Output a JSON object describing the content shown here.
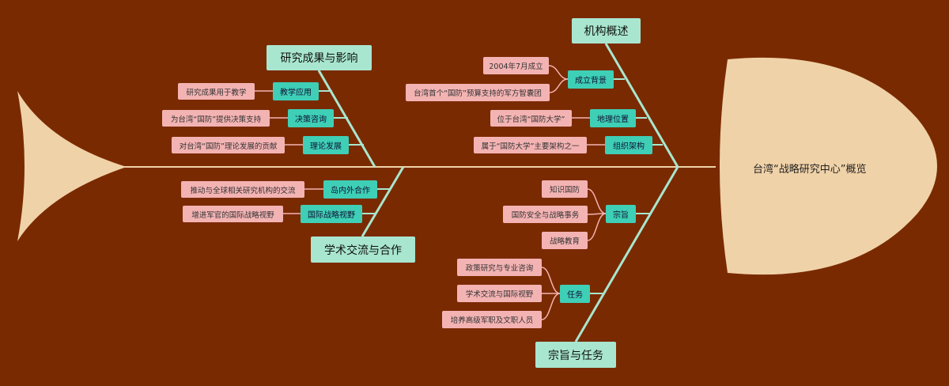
{
  "title": "台湾“战略研究中心”概览",
  "colors": {
    "background": "#7a2a00",
    "fish_body": "#f0d2a8",
    "spine": "#f0d2a8",
    "bone": "#a8e6cf",
    "main_node": "#a8e6cf",
    "sub_node": "#3ecfb6",
    "leaf_node": "#f4b3b3",
    "leaf_link": "#f4b3b3"
  },
  "branches": {
    "overview": {
      "label": "机构概述",
      "groups": [
        {
          "label": "成立背景",
          "items": [
            "2004年7月成立",
            "台湾首个“国防”预算支持的军方智囊团"
          ]
        },
        {
          "label": "地理位置",
          "items": [
            "位于台湾“国防大学”"
          ]
        },
        {
          "label": "组织架构",
          "items": [
            "属于“国防大学”主要架构之一"
          ]
        }
      ]
    },
    "purpose": {
      "label": "宗旨与任务",
      "groups": [
        {
          "label": "宗旨",
          "items": [
            "知识国防",
            "国防安全与战略事务",
            "战略教育"
          ]
        },
        {
          "label": "任务",
          "items": [
            "政策研究与专业咨询",
            "学术交流与国际视野",
            "培养高级军职及文职人员"
          ]
        }
      ]
    },
    "research": {
      "label": "研究成果与影响",
      "groups": [
        {
          "label": "教学应用",
          "items": [
            "研究成果用于教学"
          ]
        },
        {
          "label": "决策咨询",
          "items": [
            "为台湾“国防”提供决策支持"
          ]
        },
        {
          "label": "理论发展",
          "items": [
            "对台湾“国防”理论发展的贡献"
          ]
        }
      ]
    },
    "exchange": {
      "label": "学术交流与合作",
      "groups": [
        {
          "label": "岛内外合作",
          "items": [
            "推动与全球相关研究机构的交流"
          ]
        },
        {
          "label": "国际战略视野",
          "items": [
            "增进军官的国际战略视野"
          ]
        }
      ]
    }
  }
}
